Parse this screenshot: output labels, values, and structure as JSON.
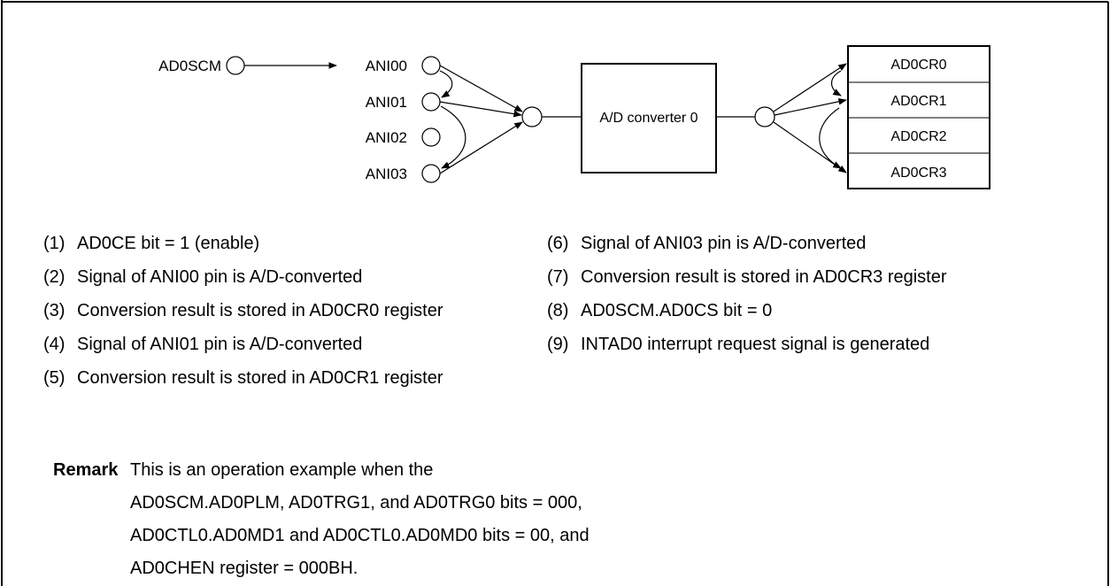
{
  "diagram": {
    "source_label": "AD0SCM",
    "inputs": [
      "ANI00",
      "ANI01",
      "ANI02",
      "ANI03"
    ],
    "converter_label": "A/D converter 0",
    "registers": [
      "AD0CR0",
      "AD0CR1",
      "AD0CR2",
      "AD0CR3"
    ]
  },
  "steps_left": [
    {
      "num": "(1)",
      "text": "AD0CE bit = 1 (enable)"
    },
    {
      "num": "(2)",
      "text": "Signal of ANI00 pin is A/D-converted"
    },
    {
      "num": "(3)",
      "text": "Conversion result is stored in AD0CR0 register"
    },
    {
      "num": "(4)",
      "text": "Signal of ANI01 pin is A/D-converted"
    },
    {
      "num": "(5)",
      "text": "Conversion result is stored in AD0CR1 register"
    }
  ],
  "steps_right": [
    {
      "num": "(6)",
      "text": "Signal of ANI03 pin is A/D-converted"
    },
    {
      "num": "(7)",
      "text": "Conversion result is stored in AD0CR3 register"
    },
    {
      "num": "(8)",
      "text": "AD0SCM.AD0CS bit = 0"
    },
    {
      "num": "(9)",
      "text": "INTAD0 interrupt request signal is generated"
    }
  ],
  "remark": {
    "label": "Remark",
    "lines": [
      "This is an operation example when the",
      "AD0SCM.AD0PLM, AD0TRG1, and AD0TRG0 bits = 000,",
      "AD0CTL0.AD0MD1 and AD0CTL0.AD0MD0 bits = 00, and",
      "AD0CHEN register = 000BH."
    ]
  }
}
